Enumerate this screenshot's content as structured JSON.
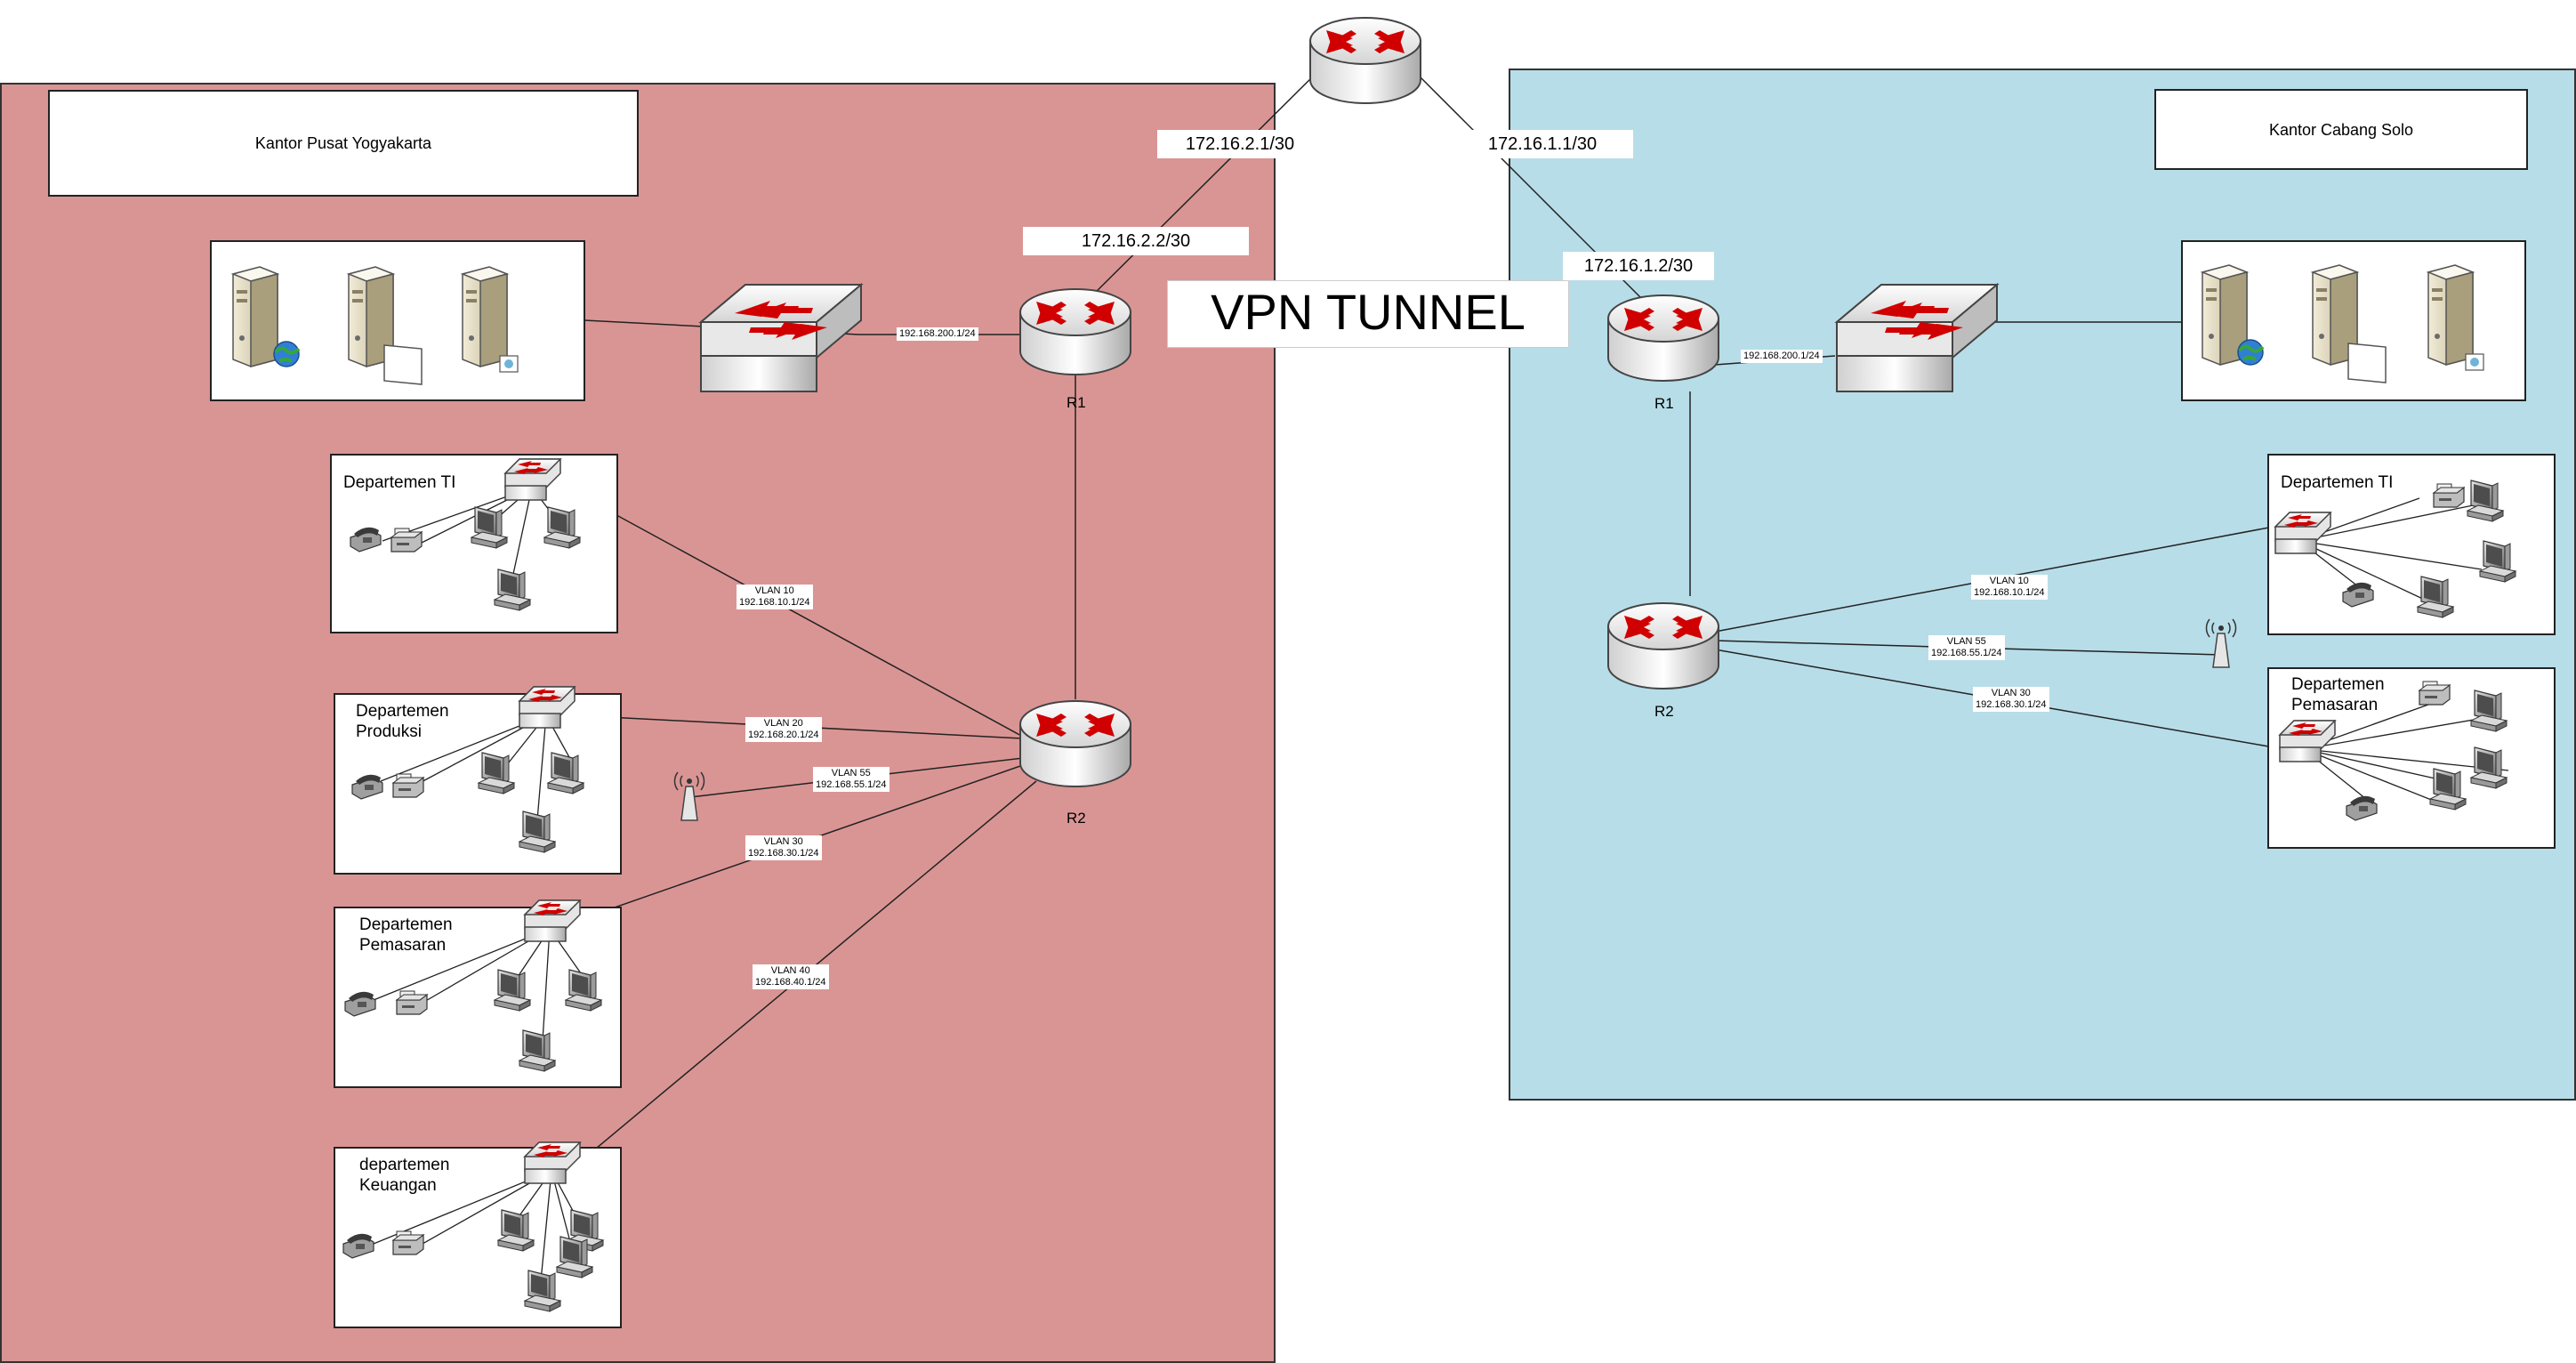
{
  "diagram": {
    "vpn_label": "VPN TUNNEL",
    "offices": {
      "left": {
        "title": "Kantor Pusat Yogyakarta",
        "color": "#d99594"
      },
      "right": {
        "title": "Kantor Cabang Solo",
        "color": "#b7dde8"
      }
    },
    "wan_links": {
      "left_isp_side": "172.16.2.1/30",
      "left_r1_side": "172.16.2.2/30",
      "right_isp_side": "172.16.1.1/30",
      "right_r1_side": "172.16.1.2/30"
    },
    "left": {
      "r1_label": "R1",
      "r2_label": "R2",
      "server_link": "192.168.200.1/24",
      "departments": [
        {
          "name": "Departemen TI"
        },
        {
          "name": "Departemen\nProduksi"
        },
        {
          "name": "Departemen\nPemasaran"
        },
        {
          "name": "departemen\nKeuangan"
        }
      ],
      "vlans": [
        {
          "vlan": "VLAN 10",
          "ip": "192.168.10.1/24"
        },
        {
          "vlan": "VLAN 20",
          "ip": "192.168.20.1/24"
        },
        {
          "vlan": "VLAN 55",
          "ip": "192.168.55.1/24"
        },
        {
          "vlan": "VLAN 30",
          "ip": "192.168.30.1/24"
        },
        {
          "vlan": "VLAN 40",
          "ip": "192.168.40.1/24"
        }
      ]
    },
    "right": {
      "r1_label": "R1",
      "r2_label": "R2",
      "server_link": "192.168.200.1/24",
      "departments": [
        {
          "name": "Departemen TI"
        },
        {
          "name": "Departemen\nPemasaran"
        }
      ],
      "vlans": [
        {
          "vlan": "VLAN 10",
          "ip": "192.168.10.1/24"
        },
        {
          "vlan": "VLAN 55",
          "ip": "192.168.55.1/24"
        },
        {
          "vlan": "VLAN 30",
          "ip": "192.168.30.1/24"
        }
      ]
    }
  }
}
